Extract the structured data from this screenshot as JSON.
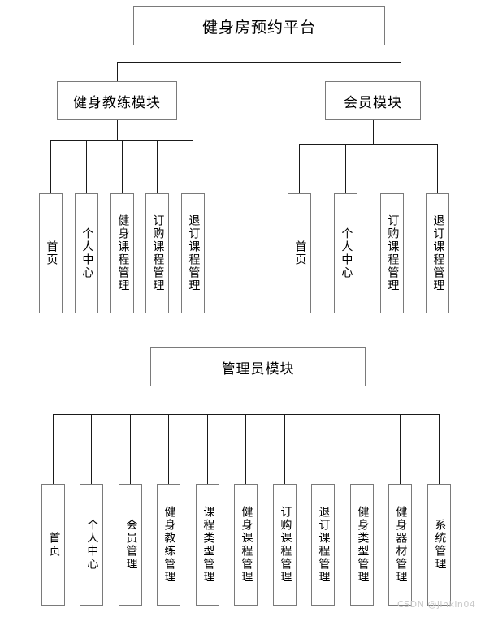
{
  "diagram": {
    "title": "健身房预约平台",
    "root": {
      "label": "健身房预约平台"
    },
    "modules": {
      "coach": {
        "label": "健身教练模块"
      },
      "member": {
        "label": "会员模块"
      },
      "admin": {
        "label": "管理员模块"
      }
    },
    "coach_leaves": [
      {
        "label": "首页"
      },
      {
        "label": "个人中心"
      },
      {
        "label": "健身课程管理"
      },
      {
        "label": "订购课程管理"
      },
      {
        "label": "退订课程管理"
      }
    ],
    "member_leaves": [
      {
        "label": "首页"
      },
      {
        "label": "个人中心"
      },
      {
        "label": "订购课程管理"
      },
      {
        "label": "退订课程管理"
      }
    ],
    "admin_leaves": [
      {
        "label": "首页"
      },
      {
        "label": "个人中心"
      },
      {
        "label": "会员管理"
      },
      {
        "label": "健身教练管理"
      },
      {
        "label": "课程类型管理"
      },
      {
        "label": "健身课程管理"
      },
      {
        "label": "订购课程管理"
      },
      {
        "label": "退订课程管理"
      },
      {
        "label": "健身类型管理"
      },
      {
        "label": "健身器材管理"
      },
      {
        "label": "系统管理"
      }
    ],
    "watermark": "CSDN @jinkin04",
    "colors": {
      "box_border": "#7a7a7a",
      "connector": "#1a1a1a",
      "background": "#ffffff",
      "text": "#000000",
      "watermark": "#c8c8c8"
    }
  }
}
